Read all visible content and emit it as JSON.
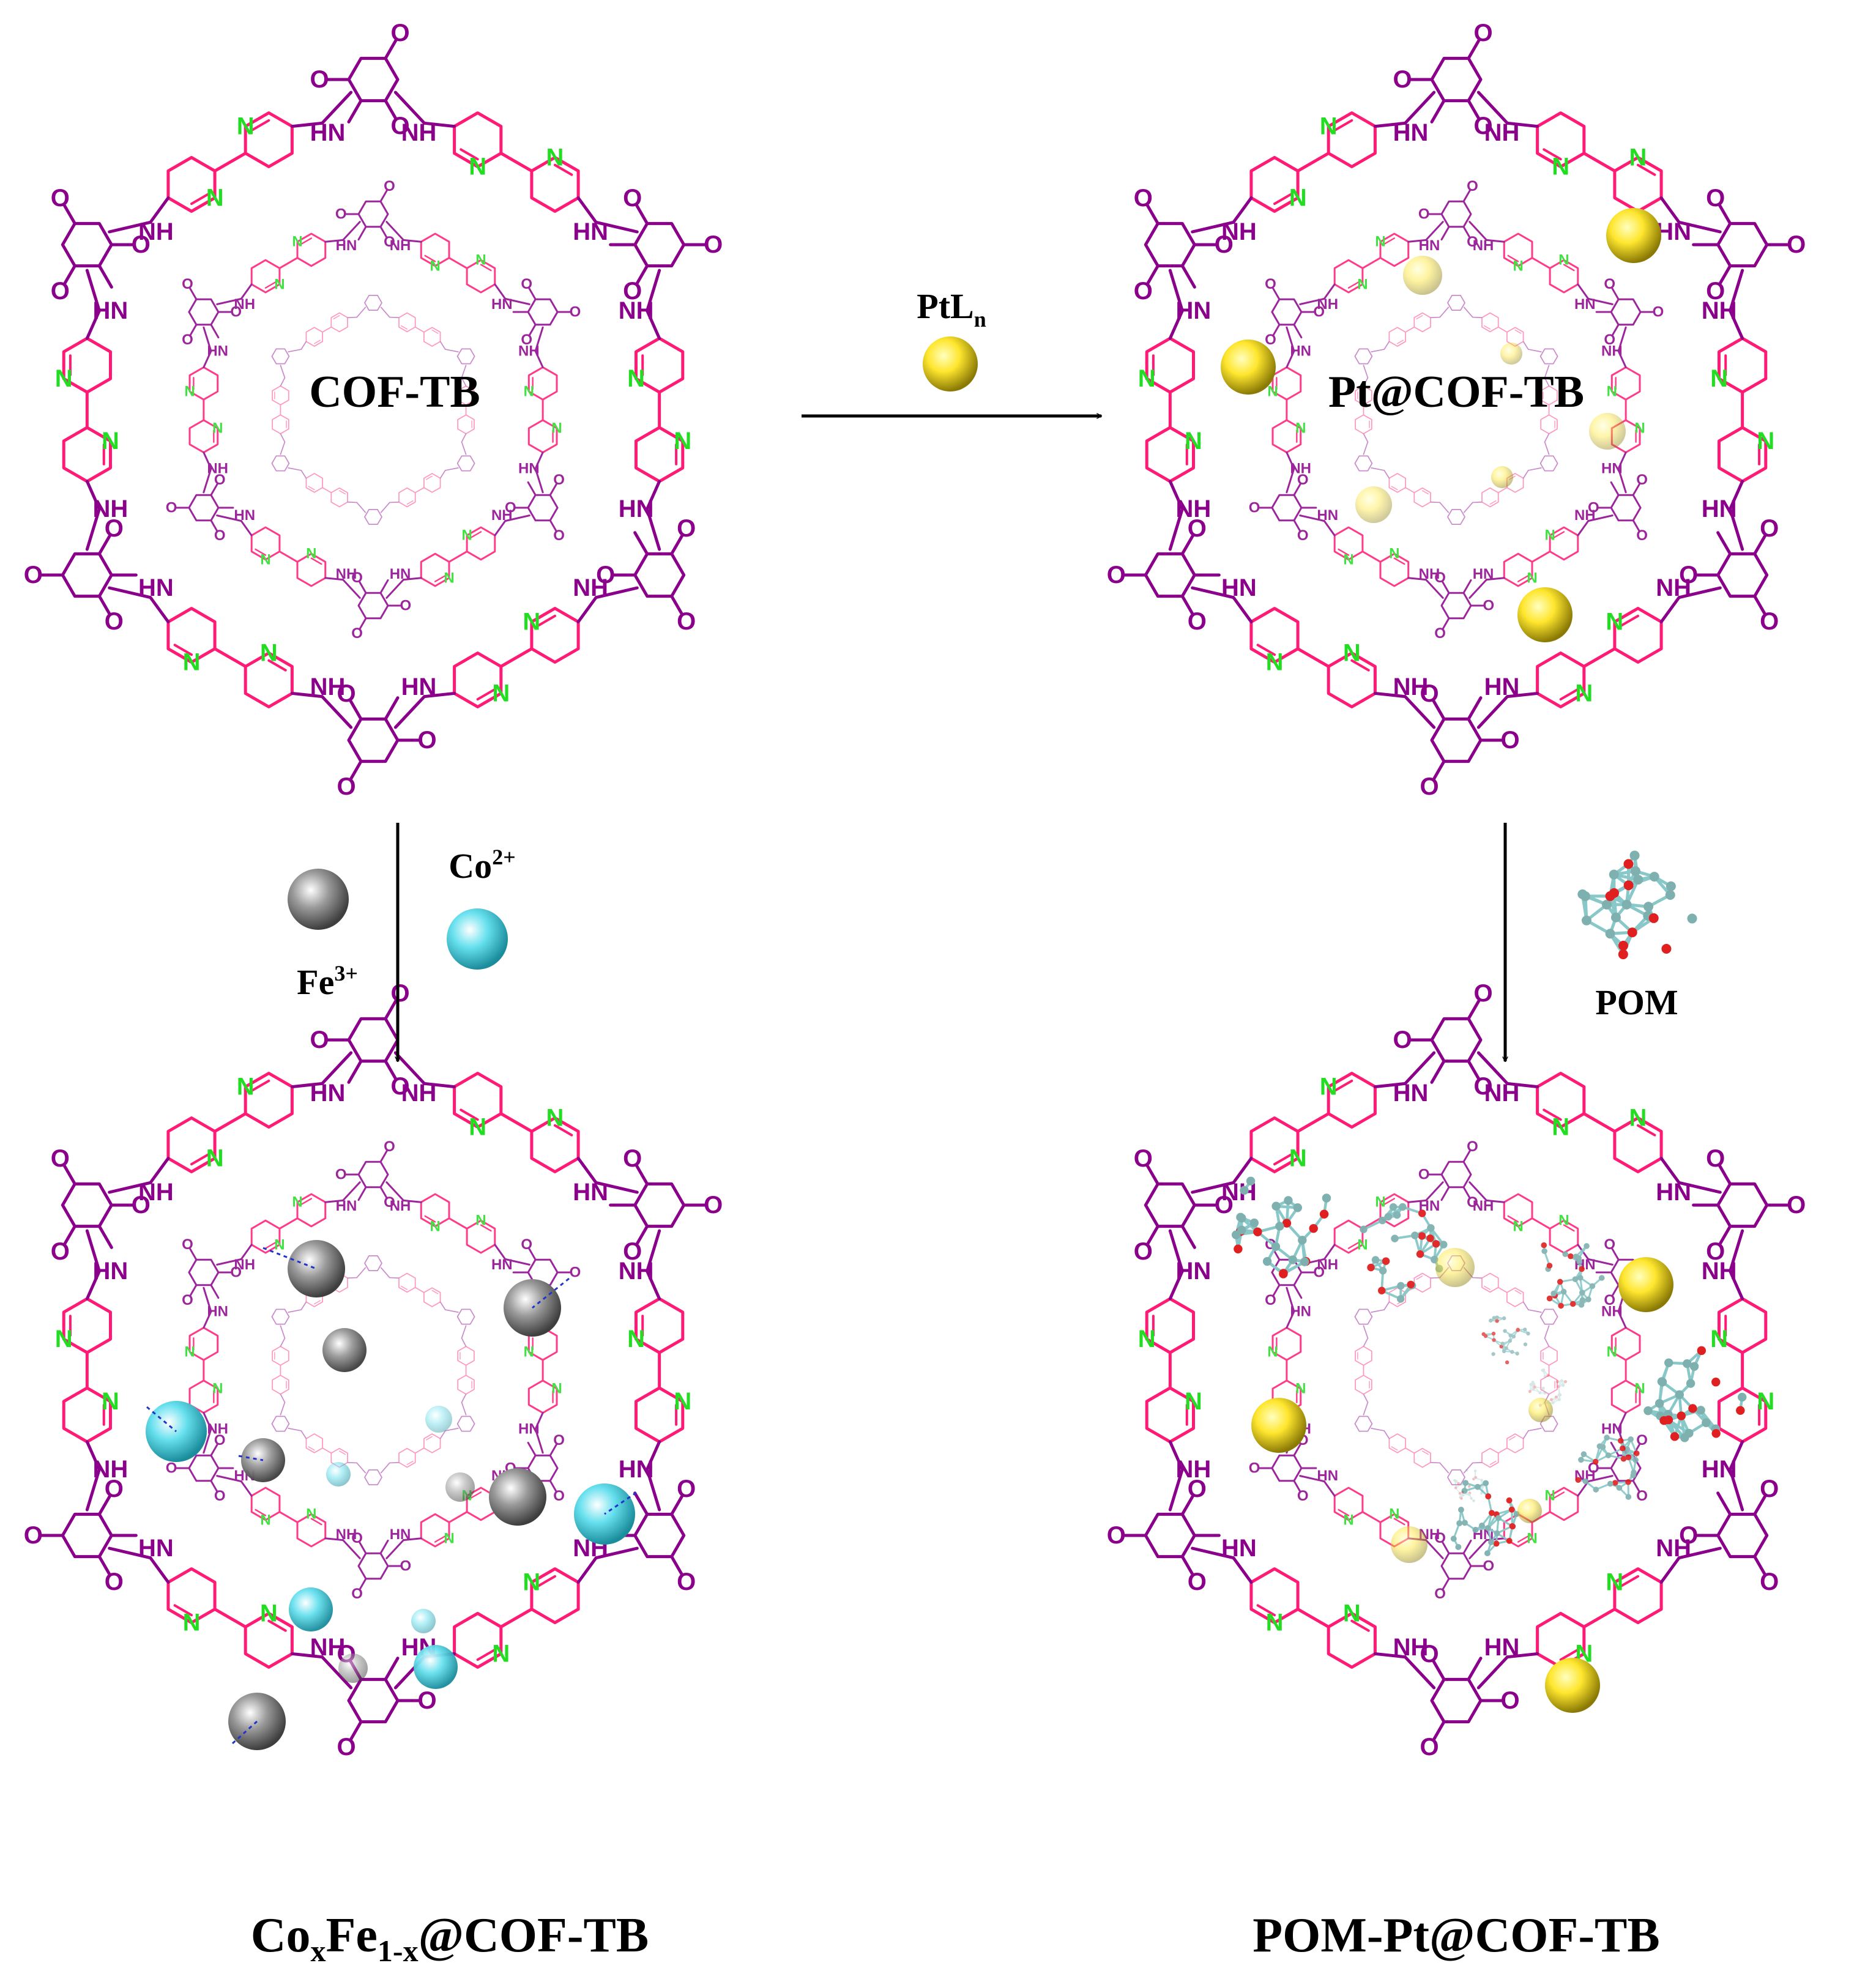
{
  "panels": {
    "cof": {
      "label": "COF-TB"
    },
    "pt": {
      "label": "Pt@COF-TB"
    },
    "cofe": {
      "label_main": "Co",
      "label_sub1": "x",
      "label_mid": "Fe",
      "label_sub2": "1-x",
      "label_tail": "@COF-TB"
    },
    "pom": {
      "label": "POM-Pt@COF-TB"
    }
  },
  "reagents": {
    "ptln": {
      "base": "PtL",
      "sub": "n"
    },
    "fe": {
      "base": "Fe",
      "sup": "3+"
    },
    "co": {
      "base": "Co",
      "sup": "2+"
    },
    "pom": {
      "label": "POM"
    }
  },
  "atoms": {
    "n": "N",
    "nh": "NH",
    "hn": "HN",
    "o": "O"
  },
  "colors": {
    "backbone": "#8b008b",
    "pyridine": "#ff1a75",
    "nitrogen": "#22dd22",
    "pt": "#e6d21a",
    "fe": "#8c8c8c",
    "co": "#55d6e6",
    "pom_cage": "#88c8c8",
    "pom_oxygen": "#e02020"
  }
}
